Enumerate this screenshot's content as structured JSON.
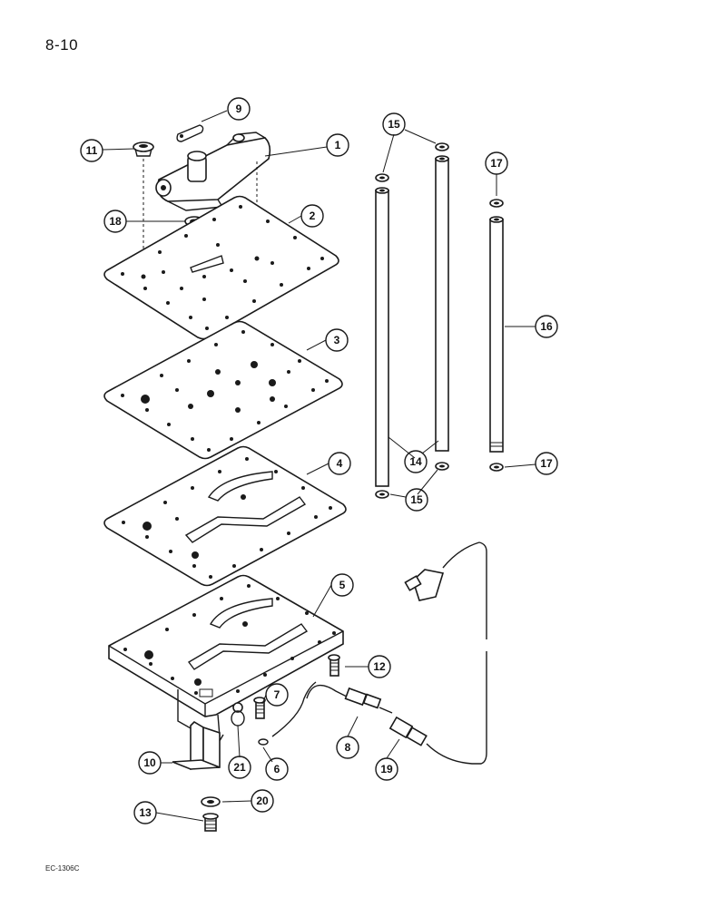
{
  "page_number": "8-10",
  "figure_code": "EC-1306C",
  "callouts": [
    "1",
    "2",
    "3",
    "4",
    "5",
    "6",
    "7",
    "8",
    "9",
    "10",
    "11",
    "12",
    "13",
    "14",
    "15",
    "16",
    "17",
    "18",
    "19",
    "20",
    "21"
  ],
  "parts": [
    "valve",
    "gasket-plate",
    "separator-plate",
    "gasket-plate",
    "valve-body",
    "o-ring",
    "bolt",
    "sensor",
    "clip",
    "bracket",
    "plug",
    "bolt",
    "bolt",
    "tube",
    "o-ring",
    "tube",
    "o-ring",
    "seal",
    "harness",
    "washer",
    "o-ring"
  ]
}
